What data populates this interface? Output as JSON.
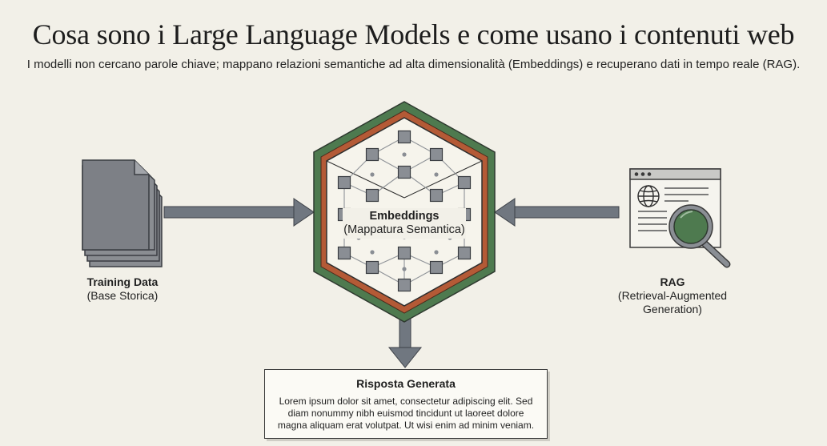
{
  "title": "Cosa sono i Large Language Models e come usano i contenuti web",
  "subtitle": "I modelli non cercano parole chiave; mappano relazioni semantiche ad alta dimensionalità (Embeddings) e recuperano dati in tempo reale (RAG).",
  "training": {
    "title": "Training Data",
    "subtitle": "(Base Storica)"
  },
  "embeddings": {
    "title": "Embeddings",
    "subtitle": "(Mappatura Semantica)"
  },
  "rag": {
    "title": "RAG",
    "subtitle_line1": "(Retrieval-Augmented",
    "subtitle_line2": "Generation)"
  },
  "answer": {
    "title": "Risposta Generata",
    "body": "Lorem ipsum dolor sit amet, consectetur adipiscing elit. Sed diam nonummy nibh euismod tincidunt ut laoreet dolore magna aliquam erat volutpat. Ut wisi enim ad minim veniam."
  },
  "colors": {
    "background": "#f2f0e8",
    "hex_outer": "#4e7a4f",
    "hex_mid": "#b45a36",
    "node": "#8a8e94",
    "arrow": "#707780",
    "magnifier_lens": "#4e7a4f"
  },
  "icons": [
    "document-stack-icon",
    "browser-window-icon",
    "globe-icon",
    "magnifier-icon"
  ]
}
